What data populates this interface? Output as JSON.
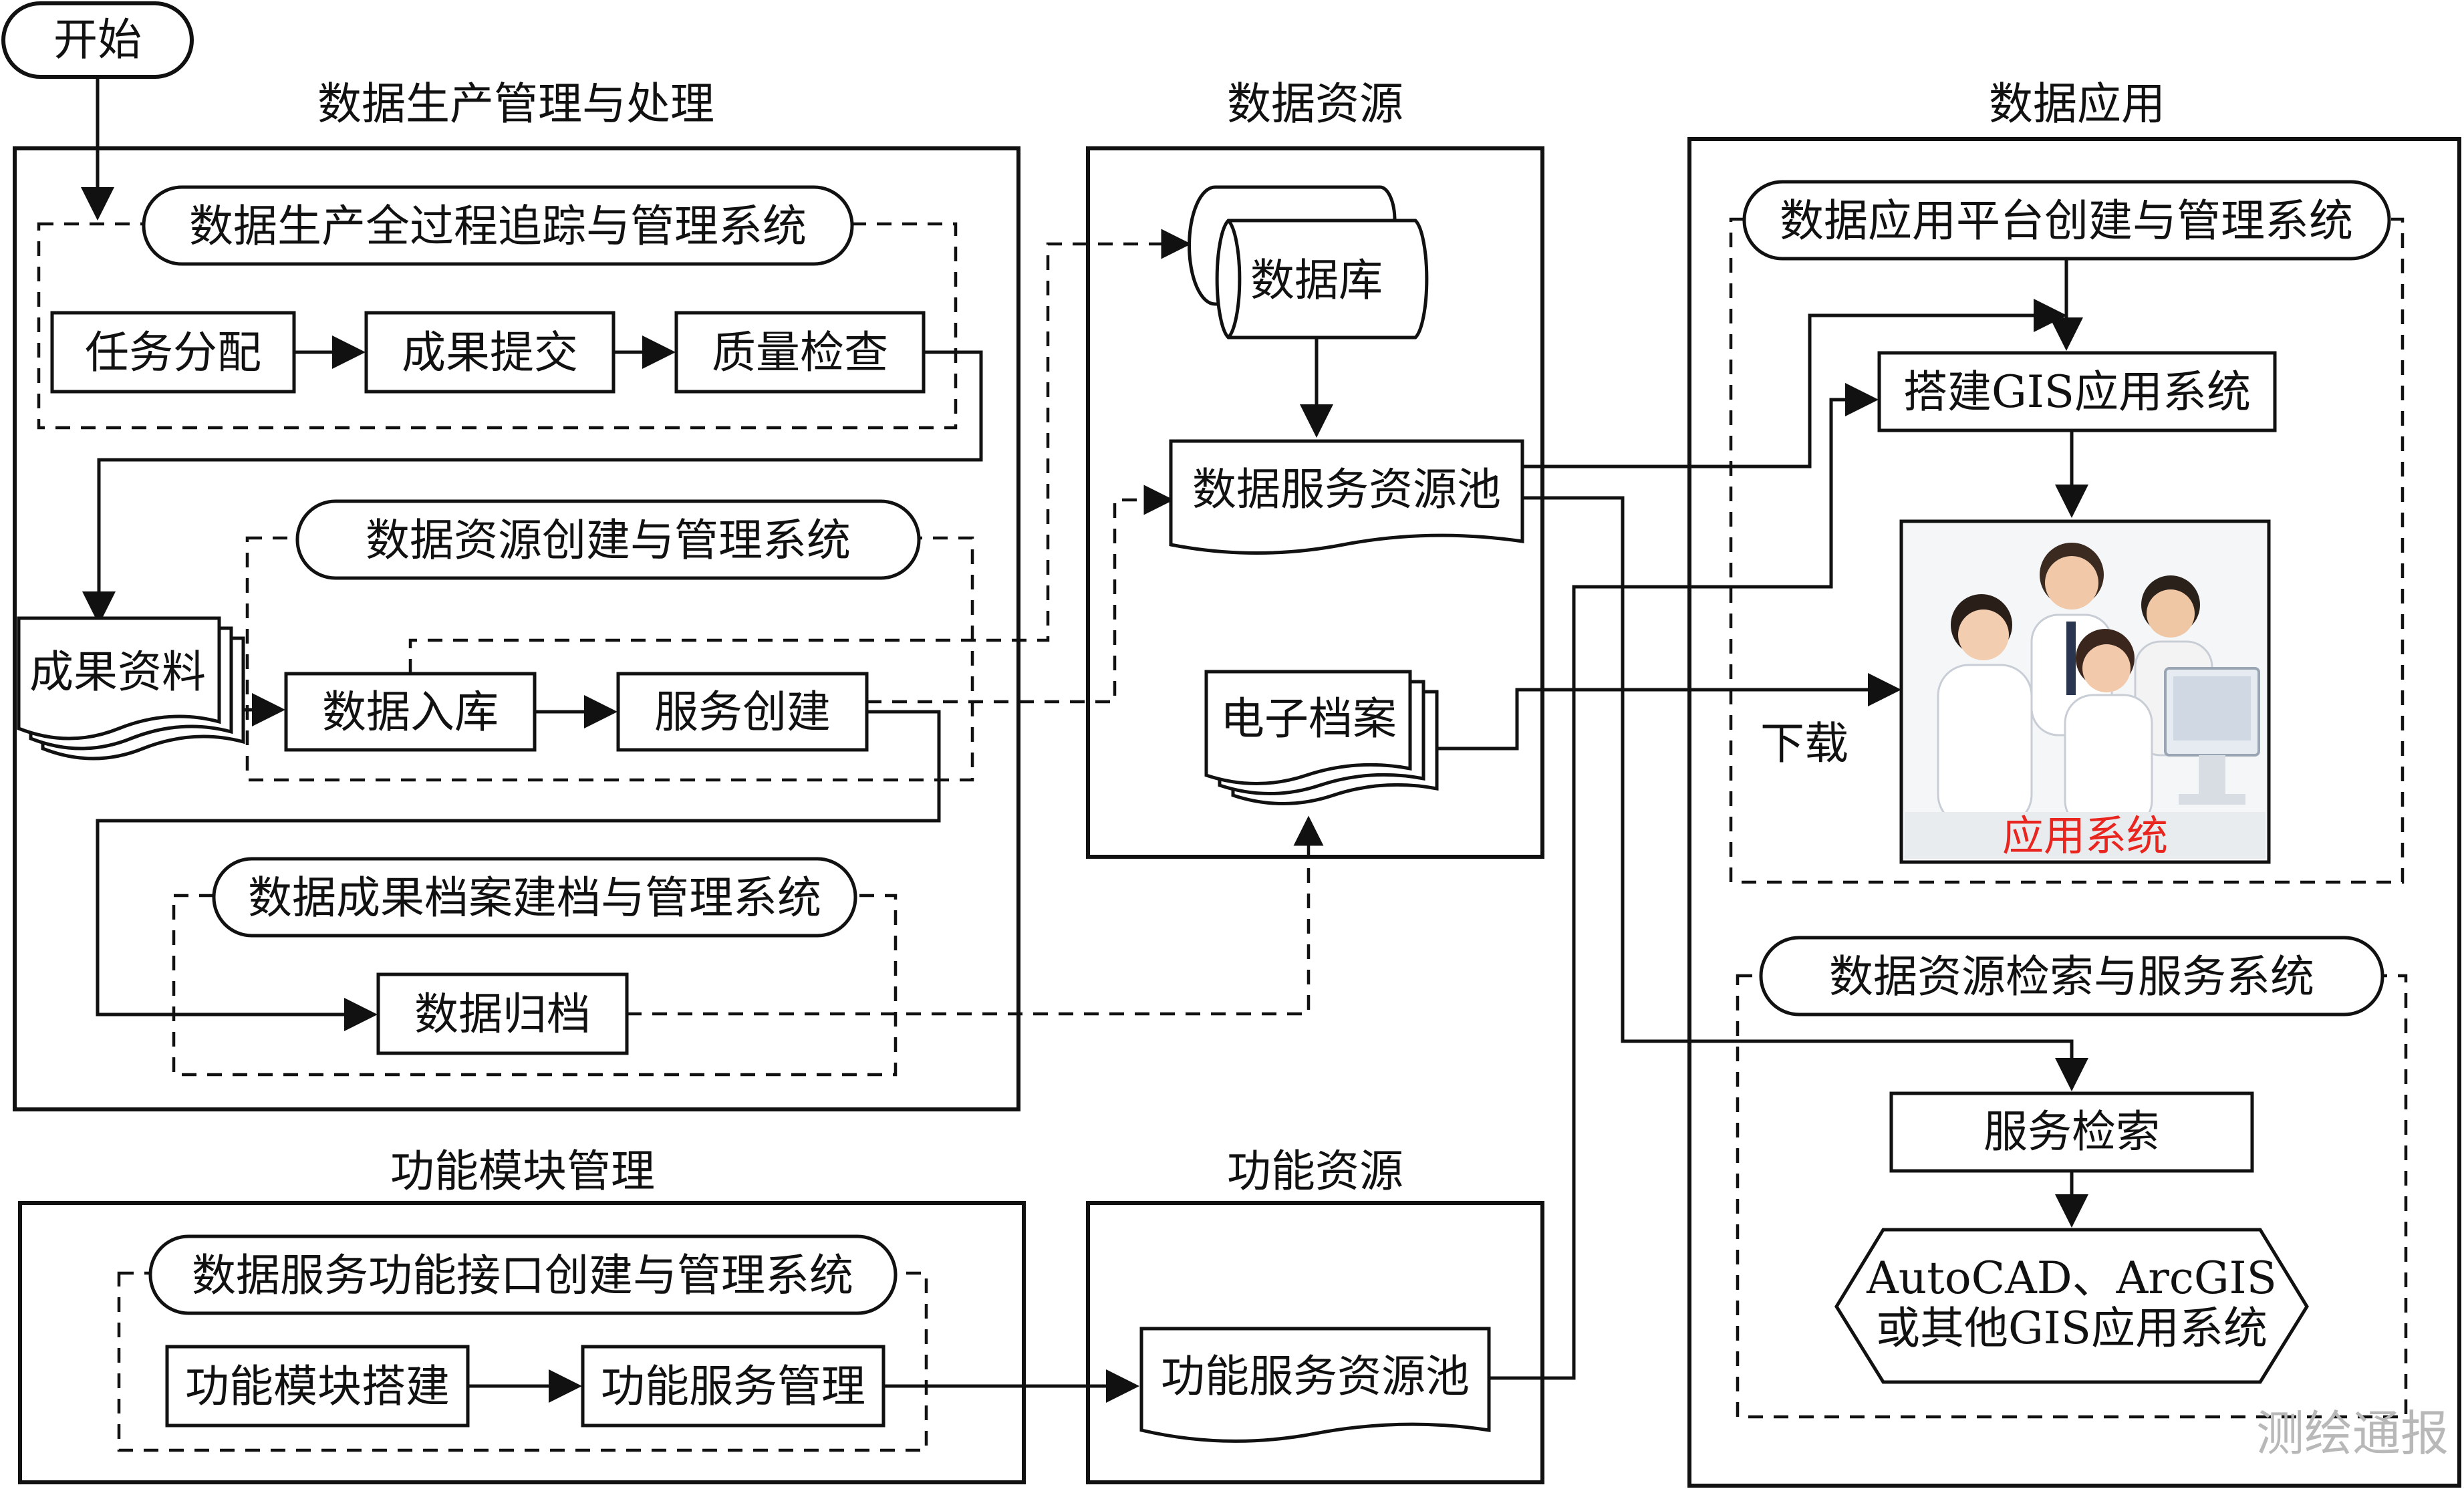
{
  "start": "开始",
  "sections": {
    "data_production": "数据生产管理与处理",
    "data_resources": "数据资源",
    "data_applications": "数据应用",
    "function_module": "功能模块管理",
    "function_resources": "功能资源"
  },
  "systems": {
    "tracking": "数据生产全过程追踪与管理系统",
    "resource_creation": "数据资源创建与管理系统",
    "archiving": "数据成果档案建档与管理系统",
    "interface": "数据服务功能接口创建与管理系统",
    "app_platform": "数据应用平台创建与管理系统",
    "retrieval": "数据资源检索与服务系统"
  },
  "nodes": {
    "task_assignment": "任务分配",
    "result_submission": "成果提交",
    "quality_check": "质量检查",
    "result_data": "成果资料",
    "data_import": "数据入库",
    "service_creation": "服务创建",
    "data_archive": "数据归档",
    "database": "数据库",
    "data_service_pool": "数据服务资源池",
    "e_archive": "电子档案",
    "gis_build": "搭建GIS应用系统",
    "app_photo_caption": "应用系统",
    "download": "下载",
    "service_search": "服务检索",
    "gis_clients_line1": "AutoCAD、ArcGIS",
    "gis_clients_line2": "或其他GIS应用系统",
    "module_build": "功能模块搭建",
    "function_service_mgmt": "功能服务管理",
    "function_service_pool": "功能服务资源池"
  },
  "watermark": "测绘通报",
  "colors": {
    "caption": "#e8261f",
    "line": "#111111"
  }
}
